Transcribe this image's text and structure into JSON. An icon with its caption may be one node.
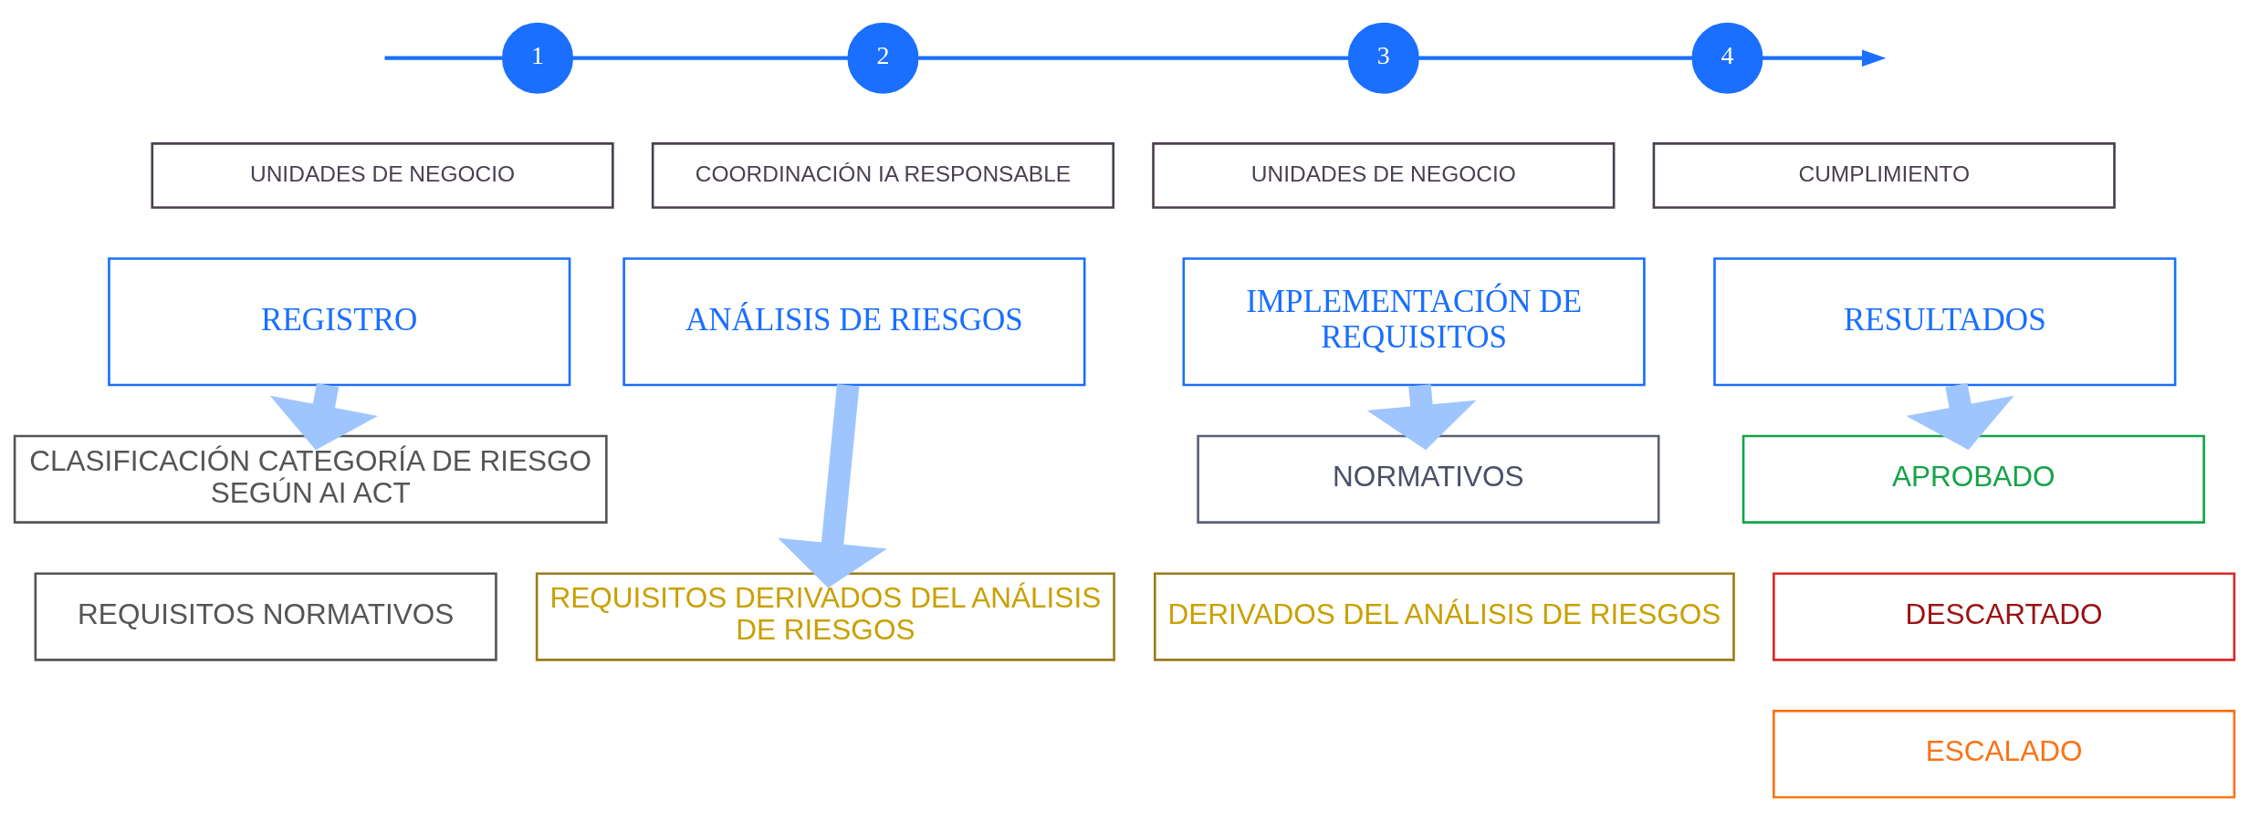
{
  "diagram": {
    "nodes": [
      {
        "text": [
          "1"
        ]
      },
      {
        "text": [
          "2"
        ]
      },
      {
        "text": [
          "3"
        ]
      },
      {
        "text": [
          "4"
        ]
      },
      {
        "text": [
          "UNIDADES DE NEGOCIO"
        ]
      },
      {
        "text": [
          "COORDINACIÓN IA RESPONSABLE"
        ]
      },
      {
        "text": [
          "UNIDADES DE NEGOCIO"
        ]
      },
      {
        "text": [
          "CUMPLIMIENTO"
        ]
      },
      {
        "text": [
          "REGISTRO"
        ]
      },
      {
        "text": [
          "ANÁLISIS DE RIESGOS"
        ]
      },
      {
        "text": [
          "IMPLEMENTACIÓN DE REQUISITOS"
        ]
      },
      {
        "text": [
          "RESULTADOS"
        ]
      },
      {
        "text": [
          "CLASIFICACIÓN CATEGORÍA DE RIESGO SEGÚN AI ACT"
        ]
      },
      {
        "text": [
          "REQUISITOS NORMATIVOS"
        ]
      },
      {
        "text": [
          "REQUISITOS DERIVADOS DEL ANÁLISIS DE RIESGOS"
        ]
      },
      {
        "text": [
          "NORMATIVOS"
        ]
      },
      {
        "text": [
          "DERIVADOS DEL ANÁLISIS DE RIESGOS"
        ]
      },
      {
        "text": [
          "APROBADO"
        ]
      },
      {
        "text": [
          "DESCARTADO"
        ]
      },
      {
        "text": [
          "ESCALADO"
        ]
      }
    ],
    "edges": [
      {
        "from": null,
        "to": 0,
        "arrow": "none",
        "color": "#1a6fff"
      },
      {
        "from": 0,
        "to": 1,
        "arrow": "none",
        "color": "#1a6fff"
      },
      {
        "from": 1,
        "to": 2,
        "arrow": "none",
        "color": "#1a6fff"
      },
      {
        "from": 2,
        "to": 3,
        "arrow": "none",
        "color": "#1a6fff"
      },
      {
        "from": 3,
        "to": null,
        "arrow": "to",
        "color": "#1a6fff"
      },
      {
        "from": 8,
        "to": 12,
        "arrow": "to",
        "style": "thick",
        "color": "#9fc5ff"
      },
      {
        "from": 9,
        "to": 14,
        "arrow": "to",
        "style": "thick",
        "color": "#9fc5ff"
      },
      {
        "from": 10,
        "to": 15,
        "arrow": "to",
        "style": "thick",
        "color": "#9fc5ff"
      },
      {
        "from": 11,
        "to": 17,
        "arrow": "to",
        "style": "thick",
        "color": "#9fc5ff"
      }
    ]
  }
}
